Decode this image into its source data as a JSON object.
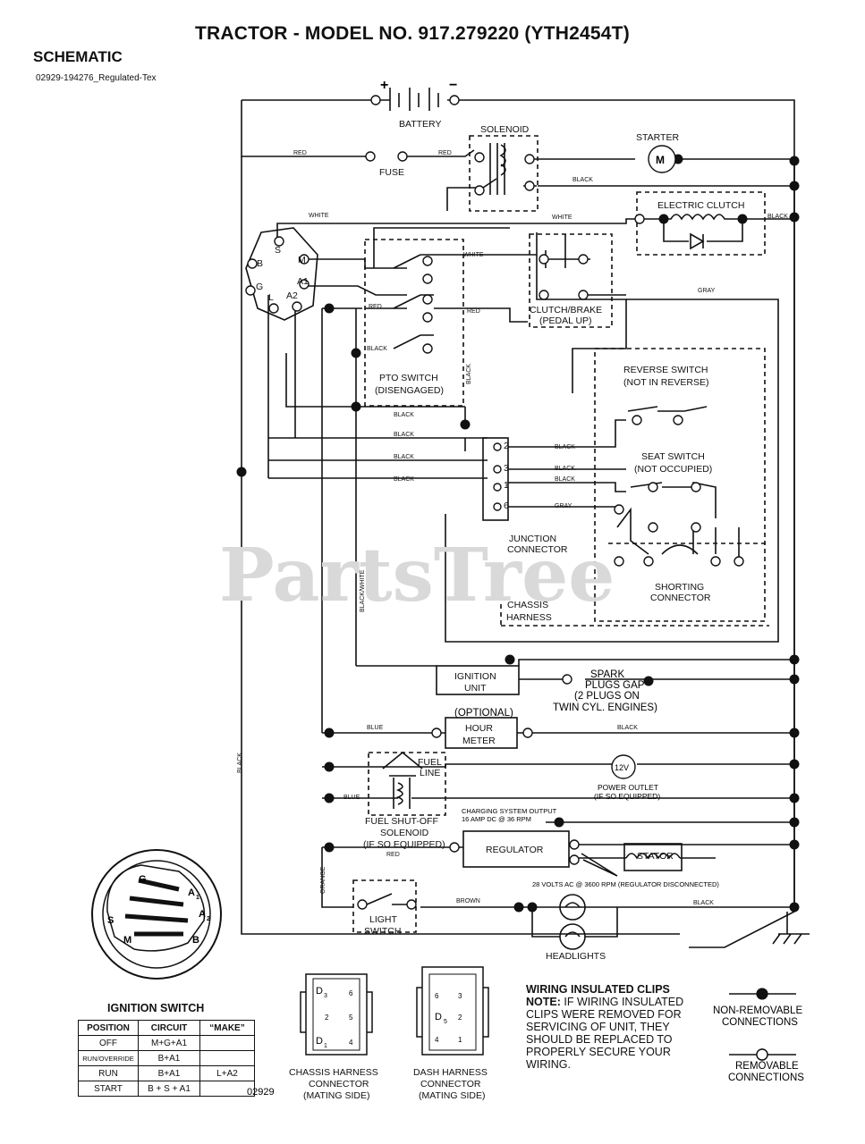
{
  "title": "TRACTOR - MODEL NO. 917.279220 (YTH2454T)",
  "section": "SCHEMATIC",
  "doc_id": "02929-194276_Regulated-Tex",
  "watermark": "PartsTree",
  "figure_no": "02929",
  "components": {
    "battery": "BATTERY",
    "solenoid": "SOLENOID",
    "starter": "STARTER",
    "starter_m": "M",
    "fuse": "FUSE",
    "electric_clutch": "ELECTRIC CLUTCH",
    "clutch_brake_1": "CLUTCH/BRAKE",
    "clutch_brake_2": "(PEDAL UP)",
    "pto_1": "PTO SWITCH",
    "pto_2": "(DISENGAGED)",
    "reverse_1": "REVERSE SWITCH",
    "reverse_2": "(NOT IN REVERSE)",
    "seat_1": "SEAT SWITCH",
    "seat_2": "(NOT OCCUPIED)",
    "junction_1": "JUNCTION",
    "junction_2": "CONNECTOR",
    "shorting_1": "SHORTING",
    "shorting_2": "CONNECTOR",
    "chassis_1": "CHASSIS",
    "chassis_2": "HARNESS",
    "ignition_unit_1": "IGNITION",
    "ignition_unit_2": "UNIT",
    "spark_1": "SPARK",
    "spark_2": "PLUGS GAP",
    "spark_3": "(2 PLUGS ON",
    "spark_4": "TWIN CYL. ENGINES)",
    "optional": "(OPTIONAL)",
    "hour_1": "HOUR",
    "hour_2": "METER",
    "fuel_1": "FUEL",
    "fuel_2": "LINE",
    "outlet_v": "12V",
    "outlet_1": "POWER OUTLET",
    "outlet_2": "(IF SO EQUIPPED)",
    "charging_1": "CHARGING SYSTEM OUTPUT",
    "charging_2": "16 AMP DC @ 36 RPM",
    "fuel_sol_1": "FUEL SHUT-OFF",
    "fuel_sol_2": "SOLENOID",
    "fuel_sol_3": "(IF SO EQUIPPED)",
    "regulator": "REGULATOR",
    "stator": "STATOR",
    "ac_note": "28 VOLTS AC @ 3600 RPM (REGULATOR DISCONNECTED)",
    "light_1": "LIGHT",
    "light_2": "SWITCH",
    "headlights": "HEADLIGHTS"
  },
  "wires": {
    "red": "RED",
    "white": "WHITE",
    "black": "BLACK",
    "gray": "GRAY",
    "blue": "BLUE",
    "orange": "ORANGE",
    "brown": "BROWN",
    "black_white": "BLACK/WHITE"
  },
  "ignition_terminals": {
    "b": "B",
    "s": "S",
    "m": "M",
    "g": "G",
    "l": "L",
    "a1": "A1",
    "a2": "A2"
  },
  "switch_face": {
    "g": "G",
    "a1": "A",
    "a1_sub": "1",
    "s": "S",
    "a2": "A",
    "a2_sub": "2",
    "m": "M",
    "b": "B"
  },
  "ignition_switch": {
    "heading": "IGNITION SWITCH",
    "headers": [
      "POSITION",
      "CIRCUIT",
      "“MAKE”"
    ],
    "rows": [
      [
        "OFF",
        "M+G+A1",
        ""
      ],
      [
        "RUN/OVERRIDE",
        "B+A1",
        ""
      ],
      [
        "RUN",
        "B+A1",
        "L+A2"
      ],
      [
        "START",
        "B + S + A1",
        ""
      ]
    ]
  },
  "junction_pins": [
    "2",
    "3",
    "1",
    "6"
  ],
  "chassis_connector": {
    "pins": [
      "D",
      "3",
      "6",
      "2",
      "5",
      "D",
      "1",
      "4"
    ],
    "label_1": "CHASSIS HARNESS",
    "label_2": "CONNECTOR",
    "label_3": "(MATING SIDE)"
  },
  "dash_connector": {
    "pins": [
      "6",
      "3",
      "D",
      "5",
      "2",
      "4",
      "1"
    ],
    "label_1": "DASH HARNESS",
    "label_2": "CONNECTOR",
    "label_3": "(MATING SIDE)"
  },
  "notes": {
    "heading": "WIRING INSULATED CLIPS",
    "note_label": "NOTE:",
    "line1": " IF WIRING INSULATED",
    "line2": "CLIPS WERE REMOVED FOR",
    "line3": "SERVICING OF UNIT, THEY",
    "line4": "SHOULD BE REPLACED TO",
    "line5": "PROPERLY SECURE YOUR",
    "line6": "WIRING."
  },
  "legend": {
    "nonremovable_1": "NON-REMOVABLE",
    "nonremovable_2": "CONNECTIONS",
    "removable_1": "REMOVABLE",
    "removable_2": "CONNECTIONS"
  }
}
